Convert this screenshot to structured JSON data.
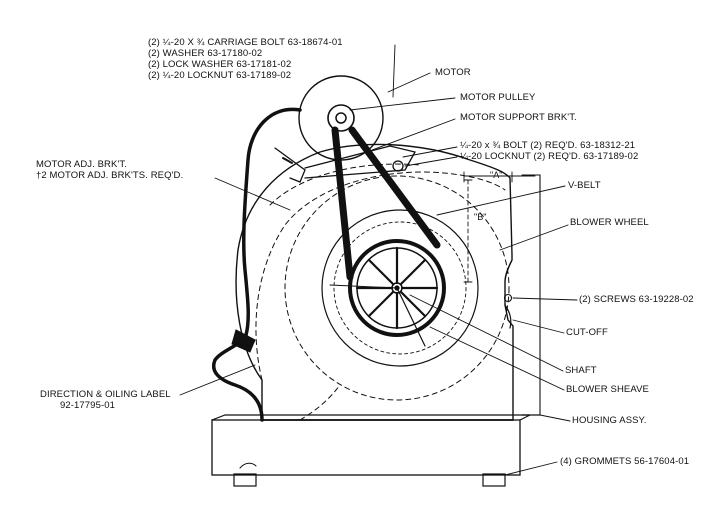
{
  "labels": {
    "carriage_bolt": "(2) ¼-20 X ¾ CARRIAGE BOLT 63-18674-01",
    "washer": "(2) WASHER 63-17180-02",
    "lock_washer": "(2) LOCK WASHER 63-17181-02",
    "locknut_top": "(2) ¼-20 LOCKNUT 63-17189-02",
    "motor": "MOTOR",
    "motor_pulley": "MOTOR PULLEY",
    "motor_support": "MOTOR SUPPORT BRK'T.",
    "bolt_right": "¼-20 x ¾ BOLT (2) REQ'D. 63-18312-21",
    "locknut_right": "¼-20 LOCKNUT (2) REQ'D. 63-17189-02",
    "vbelt": "V-BELT",
    "blower_wheel": "BLOWER WHEEL",
    "screws": "(2) SCREWS 63-19228-02",
    "cutoff": "CUT-OFF",
    "shaft": "SHAFT",
    "blower_sheave": "BLOWER SHEAVE",
    "housing": "HOUSING ASSY.",
    "grommets": "(4) GROMMETS 56-17604-01",
    "motor_adj_1": "MOTOR ADJ. BRK'T.",
    "motor_adj_2": "†2 MOTOR ADJ. BRK'TS. REQ'D.",
    "direction_1": "DIRECTION & OILING LABEL",
    "direction_2": "92-17795-01",
    "dim_a": "\"A\"",
    "dim_b": "\"B\""
  }
}
